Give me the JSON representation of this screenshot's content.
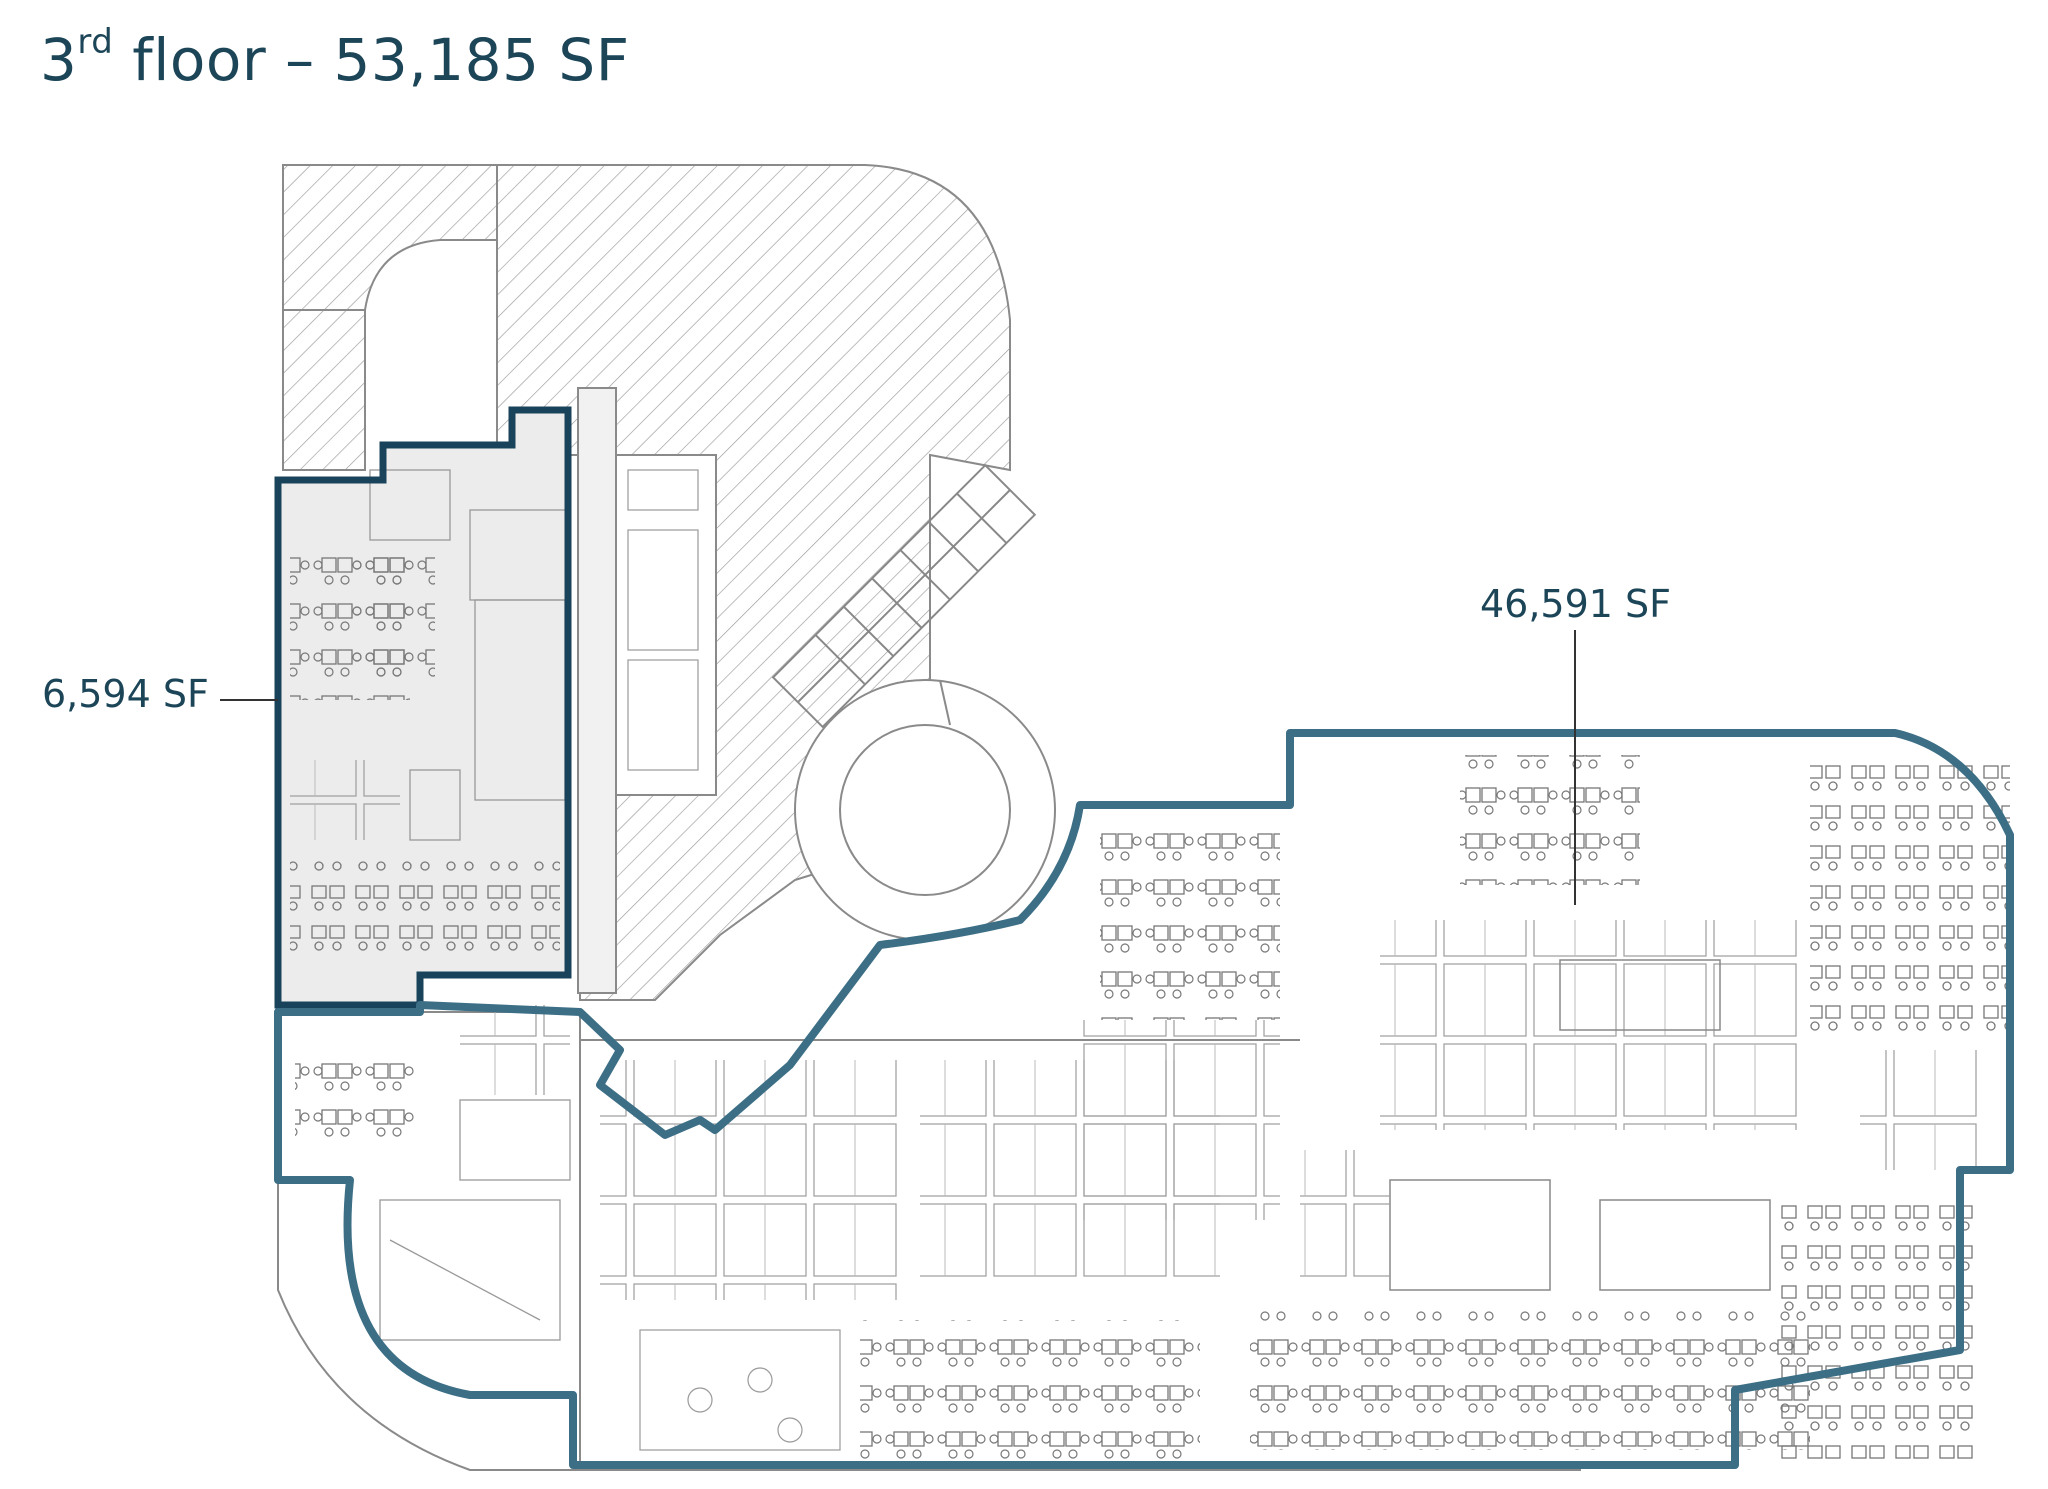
{
  "title": {
    "ordinal": "3",
    "suffix": "rd",
    "rest": " floor – 53,185 SF"
  },
  "suites": {
    "west": {
      "label": "6,594 SF"
    },
    "east": {
      "label": "46,591 SF"
    }
  },
  "colors": {
    "title_text": "#1c4558",
    "west_outline": "#19435a",
    "east_outline": "#3c6f86",
    "plan_lines": "#8a8a8a",
    "west_fill": "#ececec"
  }
}
